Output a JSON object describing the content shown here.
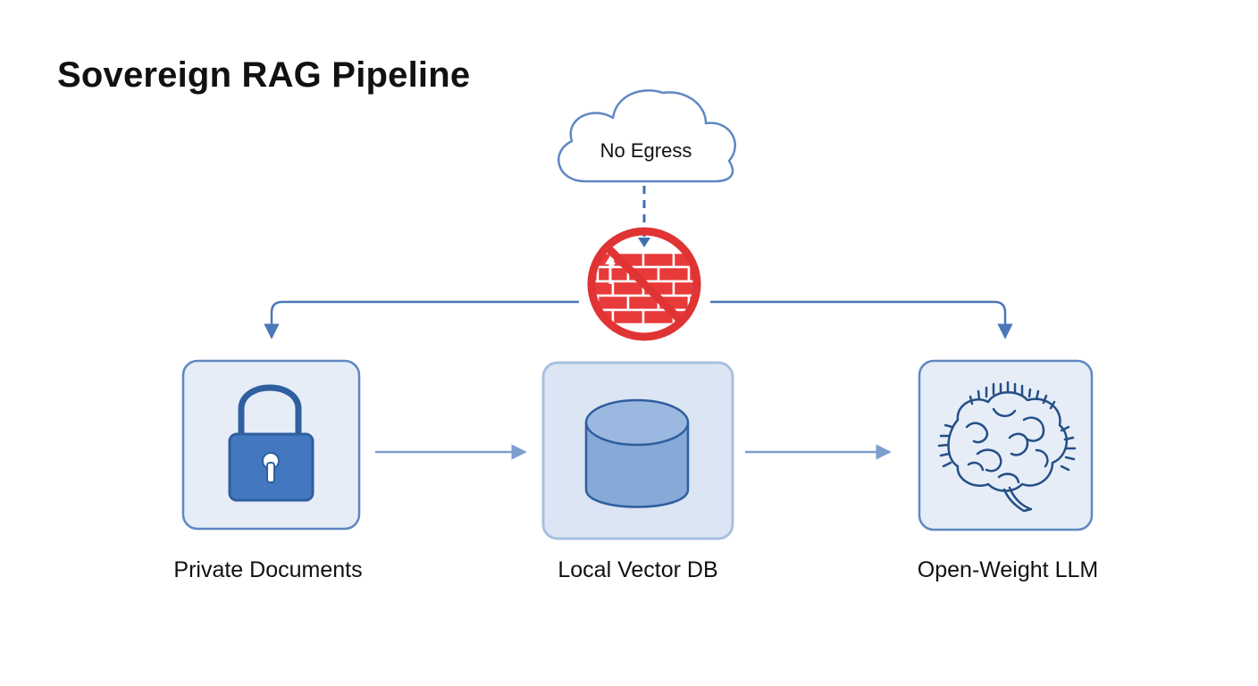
{
  "title": "Sovereign RAG Pipeline",
  "cloud": {
    "label": "No Egress",
    "icon": "cloud-icon"
  },
  "firewall": {
    "icon": "blocked-firewall-icon",
    "status": "blocked"
  },
  "nodes": [
    {
      "id": "docs",
      "label": "Private Documents",
      "icon": "padlock-icon"
    },
    {
      "id": "vdb",
      "label": "Local Vector DB",
      "icon": "database-cylinder-icon"
    },
    {
      "id": "llm",
      "label": "Open-Weight LLM",
      "icon": "brain-icon"
    }
  ],
  "colors": {
    "accent": "#4a78b8",
    "node_fill": "#e6edf7",
    "node_border": "#5f88c2",
    "block_red": "#e03434",
    "text": "#111111"
  }
}
